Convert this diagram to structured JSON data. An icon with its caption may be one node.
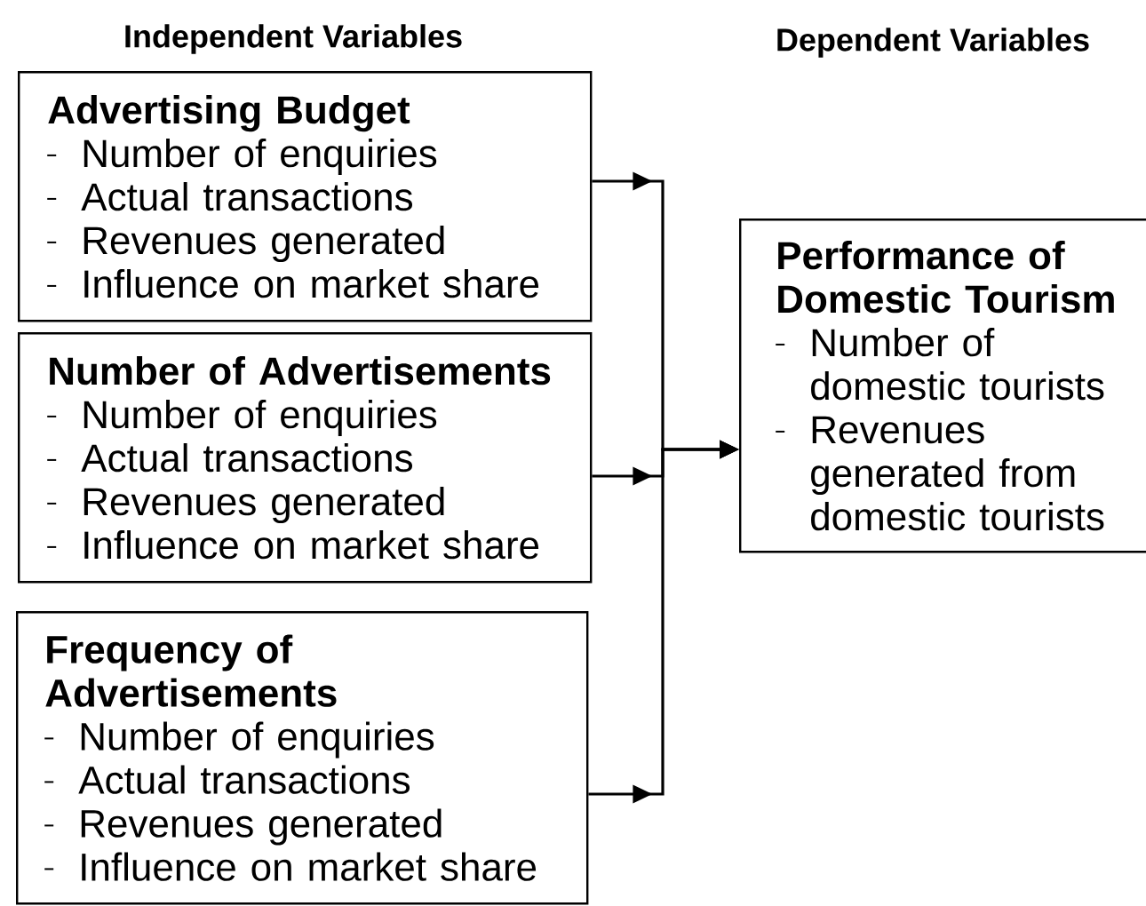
{
  "diagram": {
    "nodes": [
      {
        "text": [
          "Advertising Budget",
          "Number of enquiries",
          "Actual transactions",
          "Revenues generated",
          "Influence on market share"
        ]
      },
      {
        "text": [
          "Number of Advertisements",
          "Number of enquiries",
          "Actual transactions",
          "Revenues generated",
          "Influence on market share"
        ]
      },
      {
        "text": [
          "Frequency of Advertisements",
          "Number of enquiries",
          "Actual transactions",
          "Revenues generated",
          "Influence on market share"
        ]
      },
      {
        "text": [
          "Performance of Domestic Tourism",
          "Number of domestic tourists",
          "Revenues generated from domestic tourists"
        ]
      }
    ],
    "edges": [
      {
        "from": 0,
        "to": 3,
        "arrow": "to"
      },
      {
        "from": 1,
        "to": 3,
        "arrow": "to"
      },
      {
        "from": 2,
        "to": 3,
        "arrow": "to"
      }
    ],
    "labels": [
      "Independent Variables",
      "Dependent Variables"
    ]
  }
}
